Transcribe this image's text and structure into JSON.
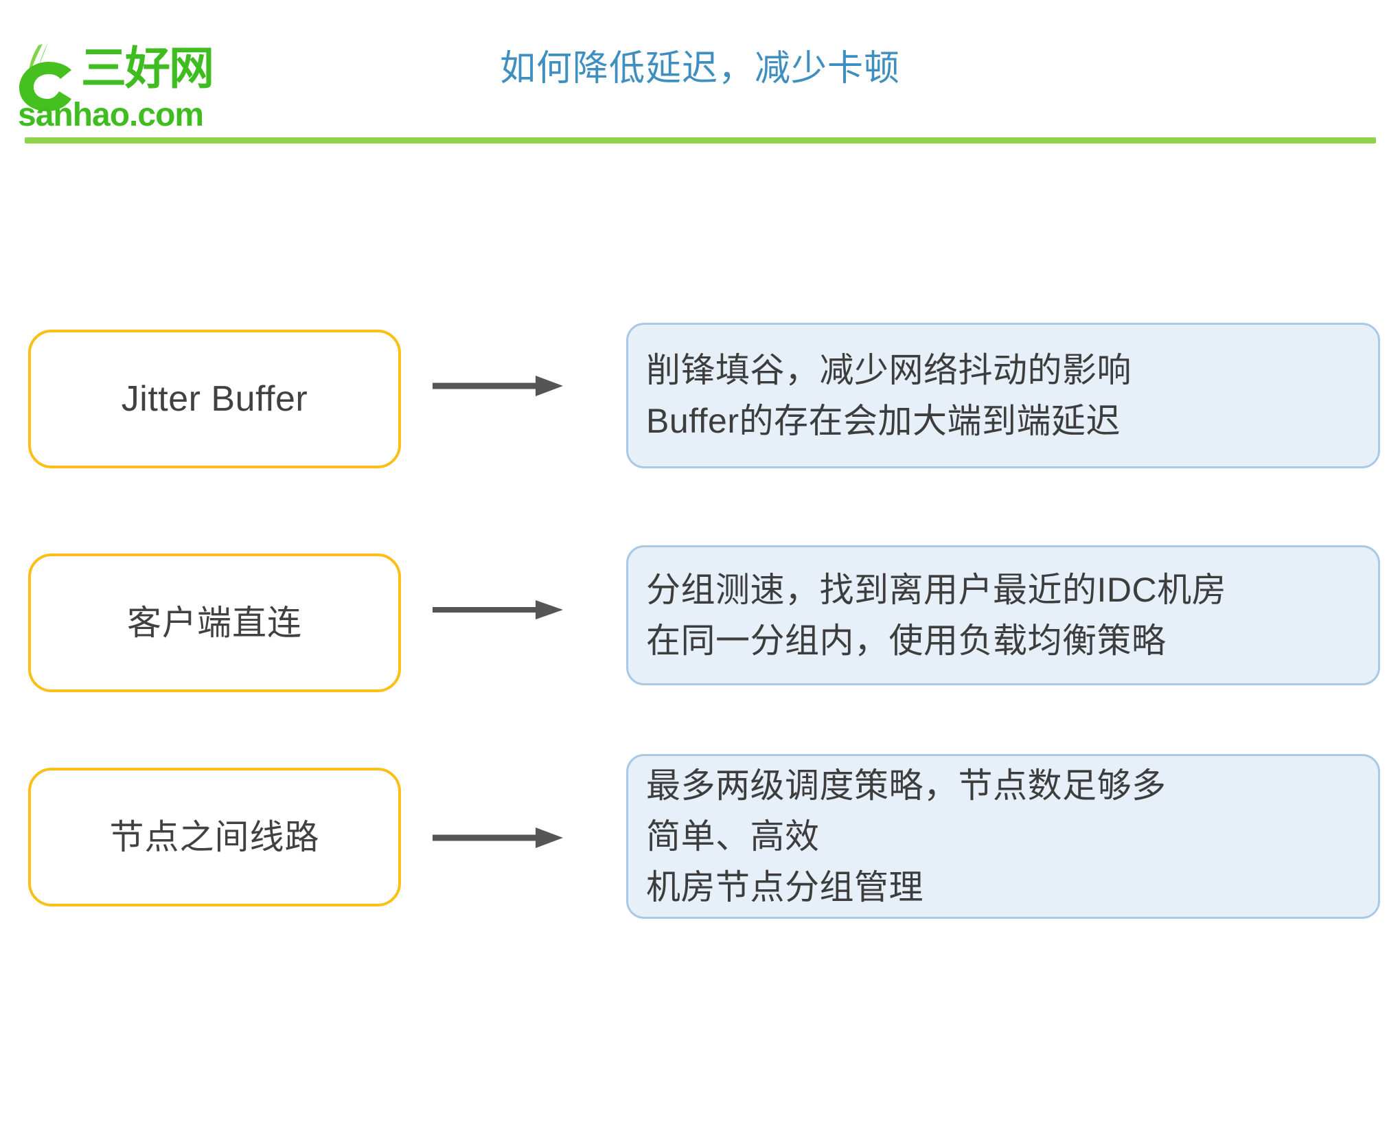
{
  "header": {
    "logo": {
      "mark_icon": "sanhao-leaf-mark-icon",
      "cn_name": "三好网",
      "domain": "sanhao.com",
      "color": "#3fbd20"
    },
    "title": "如何降低延迟，减少卡顿",
    "title_color": "#3e8fc0",
    "divider_color": "#8fd44a"
  },
  "style": {
    "topic_border_color": "#fcbf17",
    "panel_fill_color": "#e7eff8",
    "panel_border_color": "#a8c8e6",
    "text_color": "#3d3d3d",
    "arrow_color": "#555555"
  },
  "rows": [
    {
      "topic": "Jitter Buffer",
      "arrow_icon": "arrow-right-icon",
      "details": [
        "削锋填谷，减少网络抖动的影响",
        "Buffer的存在会加大端到端延迟"
      ]
    },
    {
      "topic": "客户端直连",
      "arrow_icon": "arrow-right-icon",
      "details": [
        "分组测速，找到离用户最近的IDC机房",
        "在同一分组内，使用负载均衡策略"
      ]
    },
    {
      "topic": "节点之间线路",
      "arrow_icon": "arrow-right-icon",
      "details": [
        "最多两级调度策略，节点数足够多",
        "简单、高效",
        "机房节点分组管理"
      ]
    }
  ]
}
